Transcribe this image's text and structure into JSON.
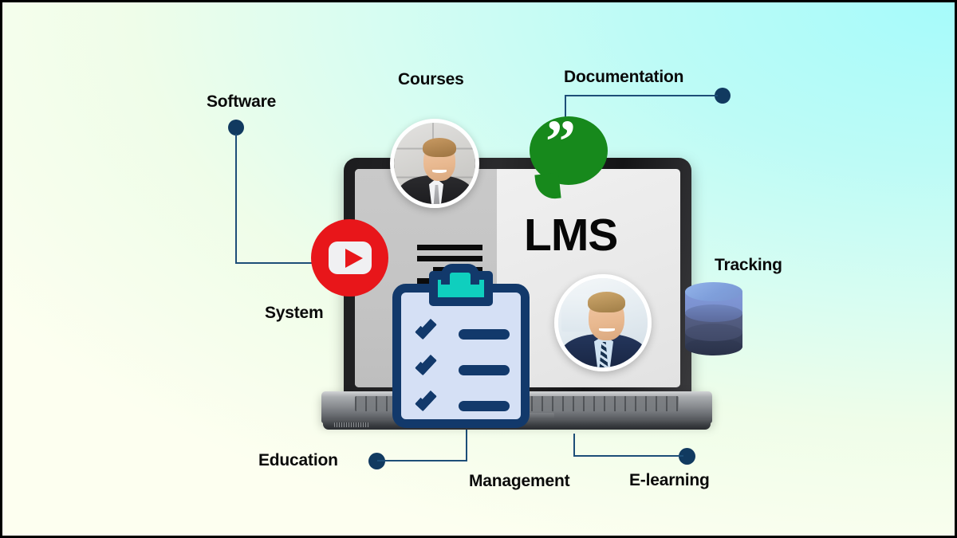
{
  "page": {
    "title": "LMS",
    "background_gradient_from": "#fdfff0",
    "background_gradient_to": "#a3f8f8",
    "accent_navy": "#113a60",
    "connector_color": "#1d4e78"
  },
  "labels": [
    {
      "id": "software",
      "text": "Software"
    },
    {
      "id": "courses",
      "text": "Courses"
    },
    {
      "id": "documentation",
      "text": "Documentation"
    },
    {
      "id": "tracking",
      "text": "Tracking"
    },
    {
      "id": "system",
      "text": "System"
    },
    {
      "id": "education",
      "text": "Education"
    },
    {
      "id": "management",
      "text": "Management"
    },
    {
      "id": "elearning",
      "text": "E-learning"
    }
  ],
  "laptop": {
    "screen_title": "LMS",
    "text_lines": [
      {
        "width": 82,
        "indent": 0
      },
      {
        "width": 82,
        "indent": 0
      },
      {
        "width": 62,
        "indent": 20
      },
      {
        "width": 82,
        "indent": 0
      },
      {
        "width": 62,
        "indent": 20
      }
    ]
  },
  "icons": {
    "play": {
      "name": "play-button-icon",
      "color": "#e8161a"
    },
    "bubble": {
      "name": "speech-bubble-icon",
      "color": "#17891c",
      "glyph": "”"
    },
    "clipboard": {
      "name": "clipboard-checklist-icon",
      "outline": "#12396b",
      "body": "#d5e0f5",
      "clip": "#0fcfbe",
      "check_count": 3
    },
    "database": {
      "name": "database-cylinder-icon",
      "top": "#7f9fdb",
      "middle": "#565f86",
      "bottom": "#333c56",
      "layers": 3
    }
  },
  "avatars": [
    {
      "id": "avatar-top",
      "name": "portrait-man-dark-suit"
    },
    {
      "id": "avatar-bottom",
      "name": "portrait-man-navy-suit"
    }
  ]
}
